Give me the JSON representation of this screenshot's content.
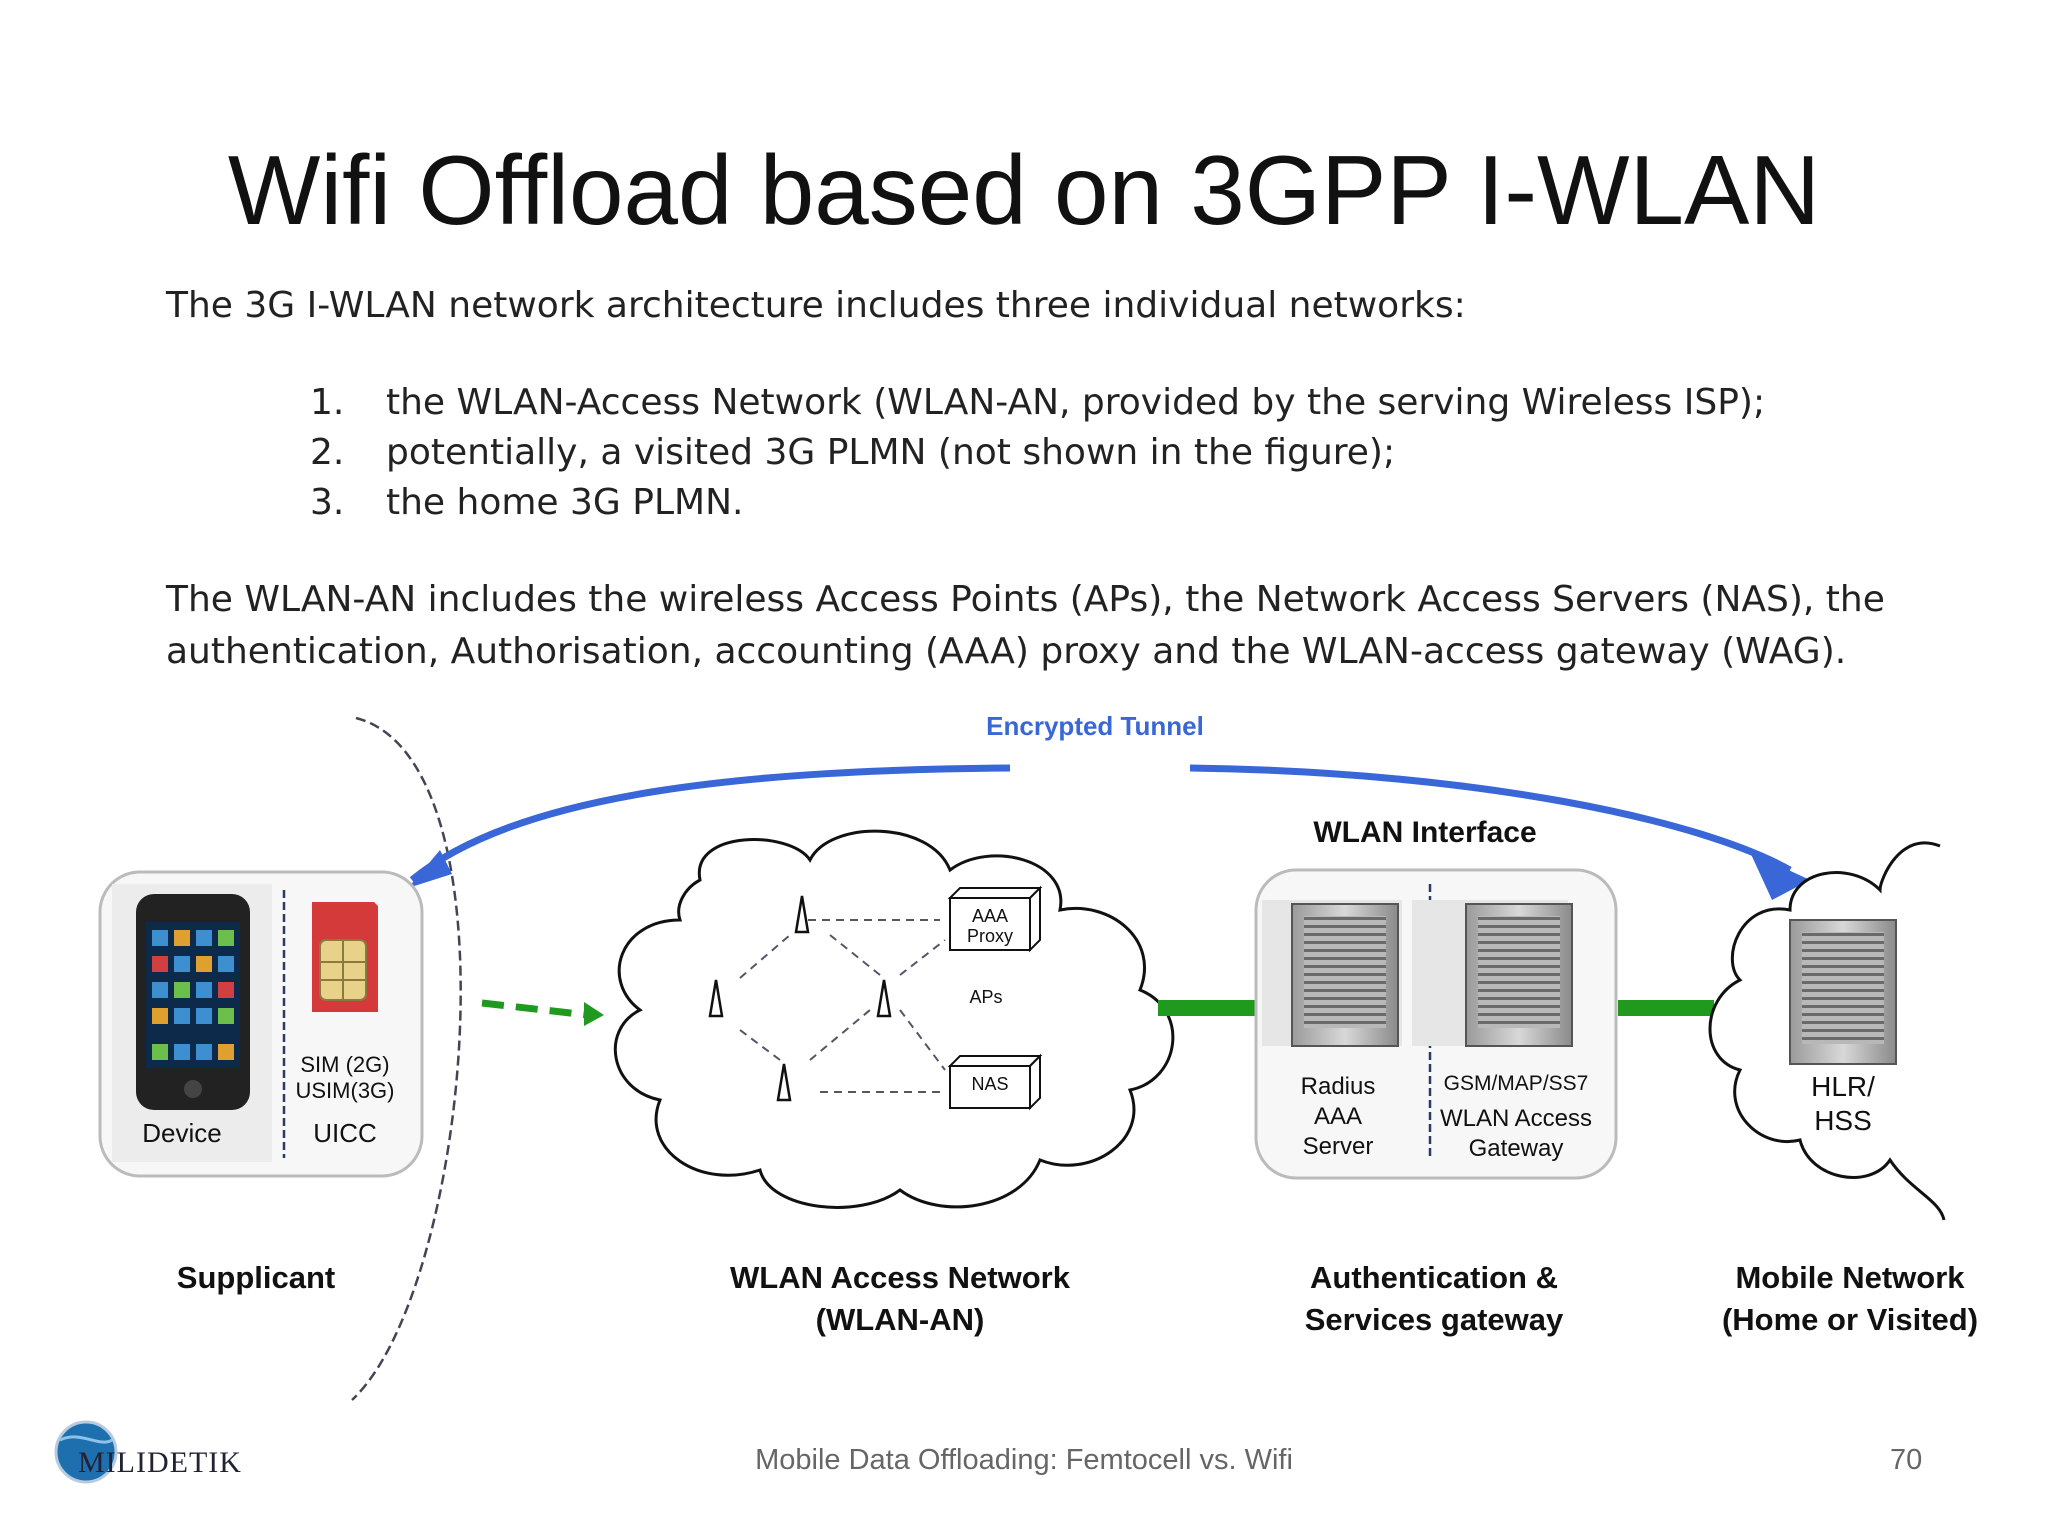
{
  "slide": {
    "title": "Wifi Offload based on 3GPP I-WLAN",
    "intro": "The 3G I-WLAN network architecture includes three individual networks:",
    "list": [
      {
        "num": "1.",
        "text": "the WLAN-Access Network (WLAN-AN, provided by the serving Wireless ISP);"
      },
      {
        "num": "2.",
        "text": "potentially, a visited 3G PLMN (not shown in the figure);"
      },
      {
        "num": "3.",
        "text": "the home 3G PLMN."
      }
    ],
    "para2_line1": "The WLAN-AN includes the wireless Access Points (APs), the Network Access Servers (NAS), the",
    "para2_line2": "authentication, Authorisation, accounting (AAA) proxy and the WLAN-access gateway (WAG)."
  },
  "diagram": {
    "tunnel": "Encrypted Tunnel",
    "wlan_interface": "WLAN Interface",
    "device": "Device",
    "sim_line1": "SIM (2G)",
    "sim_line2": "USIM(3G)",
    "uicc": "UICC",
    "aaa_proxy_1": "AAA",
    "aaa_proxy_2": "Proxy",
    "aps": "APs",
    "nas": "NAS",
    "radius_1": "Radius",
    "radius_2": "AAA",
    "radius_3": "Server",
    "gw_1": "GSM/MAP/SS7",
    "gw_2": "WLAN Access",
    "gw_3": "Gateway",
    "hlr_1": "HLR/",
    "hlr_2": "HSS",
    "supplicant": "Supplicant",
    "wlan_an_1": "WLAN Access Network",
    "wlan_an_2": "(WLAN-AN)",
    "auth_1": "Authentication &",
    "auth_2": "Services gateway",
    "mobile_1": "Mobile Network",
    "mobile_2": "(Home or Visited)"
  },
  "footer": {
    "center": "Mobile Data Offloading: Femtocell vs. Wifi",
    "page": "70",
    "logo": "MILIDETIK"
  },
  "colors": {
    "tunnel": "#3a67d8",
    "link": "#1f9a1f",
    "title": "#111111"
  }
}
